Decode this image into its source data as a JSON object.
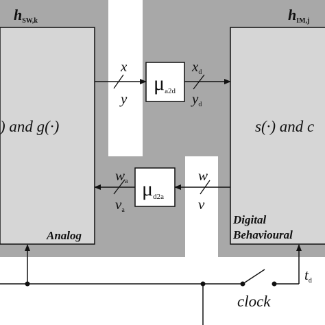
{
  "colors": {
    "dark_region": "#a8a8a8",
    "light_block": "#d6d6d6",
    "converter_box": "#ffffff",
    "line": "#111111"
  },
  "left_subsystem": {
    "symbol": "h",
    "symbol_subscript": "SW,k",
    "function_text": ") and g(·)",
    "domain_label": "Analog"
  },
  "right_subsystem": {
    "symbol": "h",
    "symbol_subscript": "IM,j",
    "function_text": "s(·) and c",
    "domain_label_line1": "Digital",
    "domain_label_line2": "Behavioural"
  },
  "converter_a2d": {
    "symbol": "μ",
    "subscript": "a2d",
    "input_top": "x",
    "input_bottom": "y",
    "output_top": "x",
    "output_top_sub": "d",
    "output_bottom": "y",
    "output_bottom_sub": "d"
  },
  "converter_d2a": {
    "symbol": "μ",
    "subscript": "d2a",
    "input_top": "w",
    "input_bottom": "v",
    "output_top": "w",
    "output_top_sub": "a",
    "output_bottom": "v",
    "output_bottom_sub": "a"
  },
  "clock": {
    "label": "clock",
    "time_symbol": "t",
    "time_sub": "d"
  }
}
